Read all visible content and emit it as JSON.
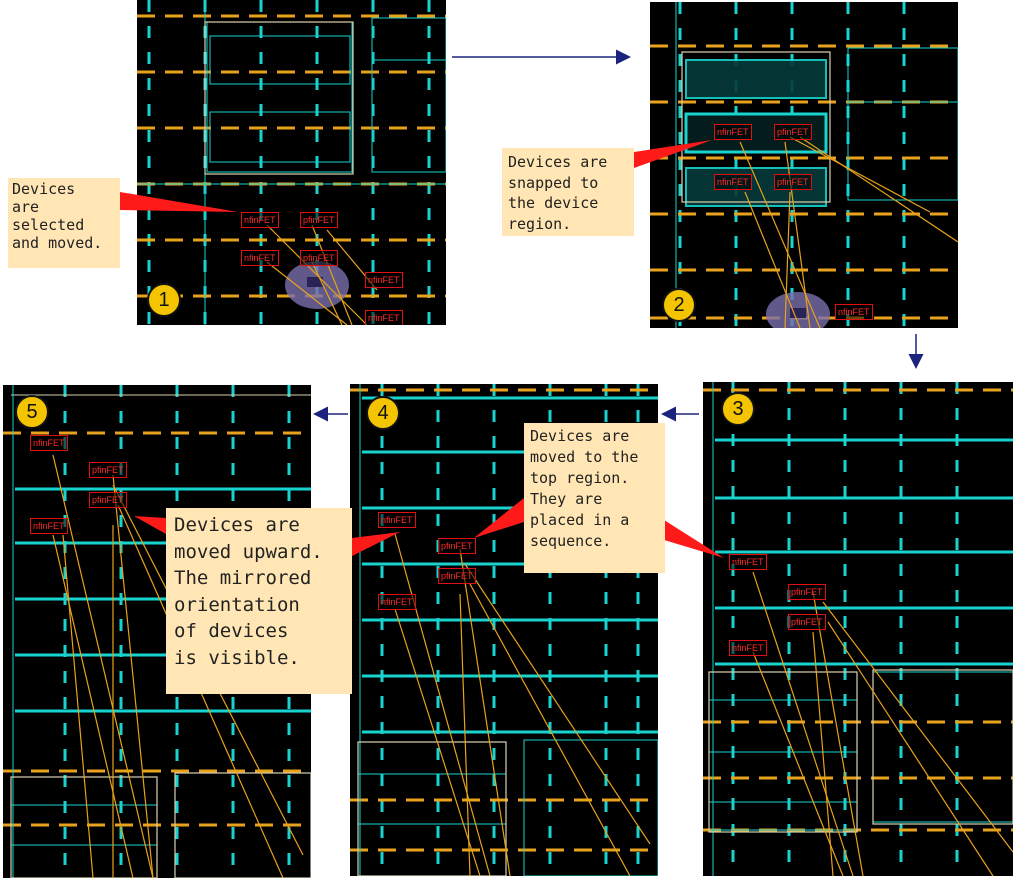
{
  "steps": {
    "s1": {
      "badge": "1",
      "caption": "Devices\nare\nselected\nand moved."
    },
    "s2": {
      "badge": "2",
      "caption": "Devices are\nsnapped to\nthe device\nregion."
    },
    "s3": {
      "badge": "3",
      "caption": "Devices are\nmoved to the\ntop region.\nThey are\nplaced in a\nsequence."
    },
    "s4": {
      "badge": "4"
    },
    "s5": {
      "badge": "5",
      "caption": "Devices are\nmoved upward.\nThe mirrored\norientation\nof devices\nis visible."
    }
  },
  "devices": {
    "nfin": "nfinFET",
    "pfin": "pfinFET"
  },
  "colors": {
    "background": "#000000",
    "grid_cyan": "#19d3cf",
    "rail_orange": "#e8a21c",
    "device_red": "#e01010",
    "badge_yellow": "#f5c400",
    "note_fill": "#ffe6b4",
    "flow_arrow": "#1a237e",
    "pointer_red": "#ff1a1a"
  }
}
